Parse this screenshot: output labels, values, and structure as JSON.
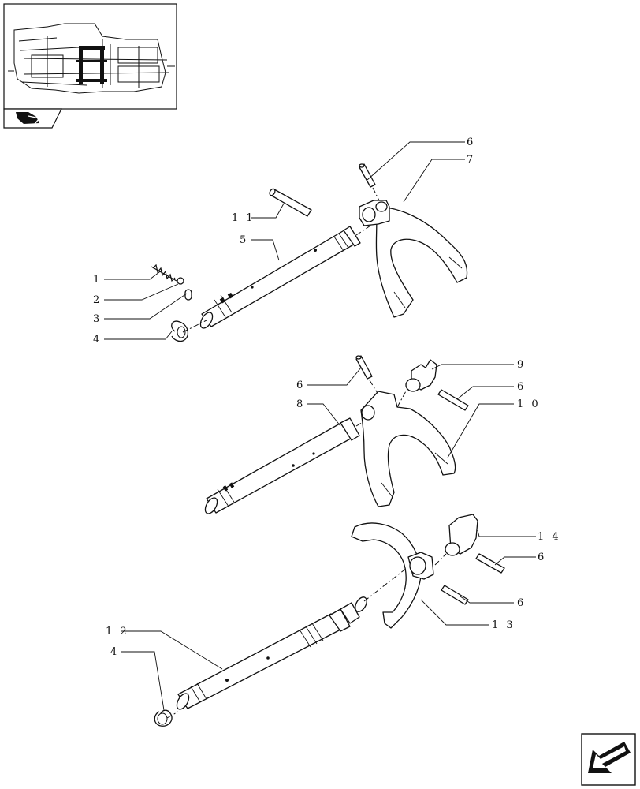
{
  "callouts": [
    {
      "id": "c-1",
      "text": "1"
    },
    {
      "id": "c-2",
      "text": "2"
    },
    {
      "id": "c-3",
      "text": "3"
    },
    {
      "id": "c-4a",
      "text": "4"
    },
    {
      "id": "c-5",
      "text": "5"
    },
    {
      "id": "c-6a",
      "text": "6"
    },
    {
      "id": "c-7",
      "text": "7"
    },
    {
      "id": "c-11",
      "text": "1 1"
    },
    {
      "id": "c-6b",
      "text": "6"
    },
    {
      "id": "c-8",
      "text": "8"
    },
    {
      "id": "c-9",
      "text": "9"
    },
    {
      "id": "c-6c",
      "text": "6"
    },
    {
      "id": "c-10",
      "text": "1 0"
    },
    {
      "id": "c-14",
      "text": "1 4"
    },
    {
      "id": "c-6d",
      "text": "6"
    },
    {
      "id": "c-6e",
      "text": "6"
    },
    {
      "id": "c-13",
      "text": "1 3"
    },
    {
      "id": "c-12",
      "text": "1 2"
    },
    {
      "id": "c-4b",
      "text": "4"
    }
  ],
  "icons": {
    "thumbnail": "transmission-locator-thumbnail",
    "badge": "assembly-symbol-icon",
    "nav": "next-page-arrow-icon"
  }
}
